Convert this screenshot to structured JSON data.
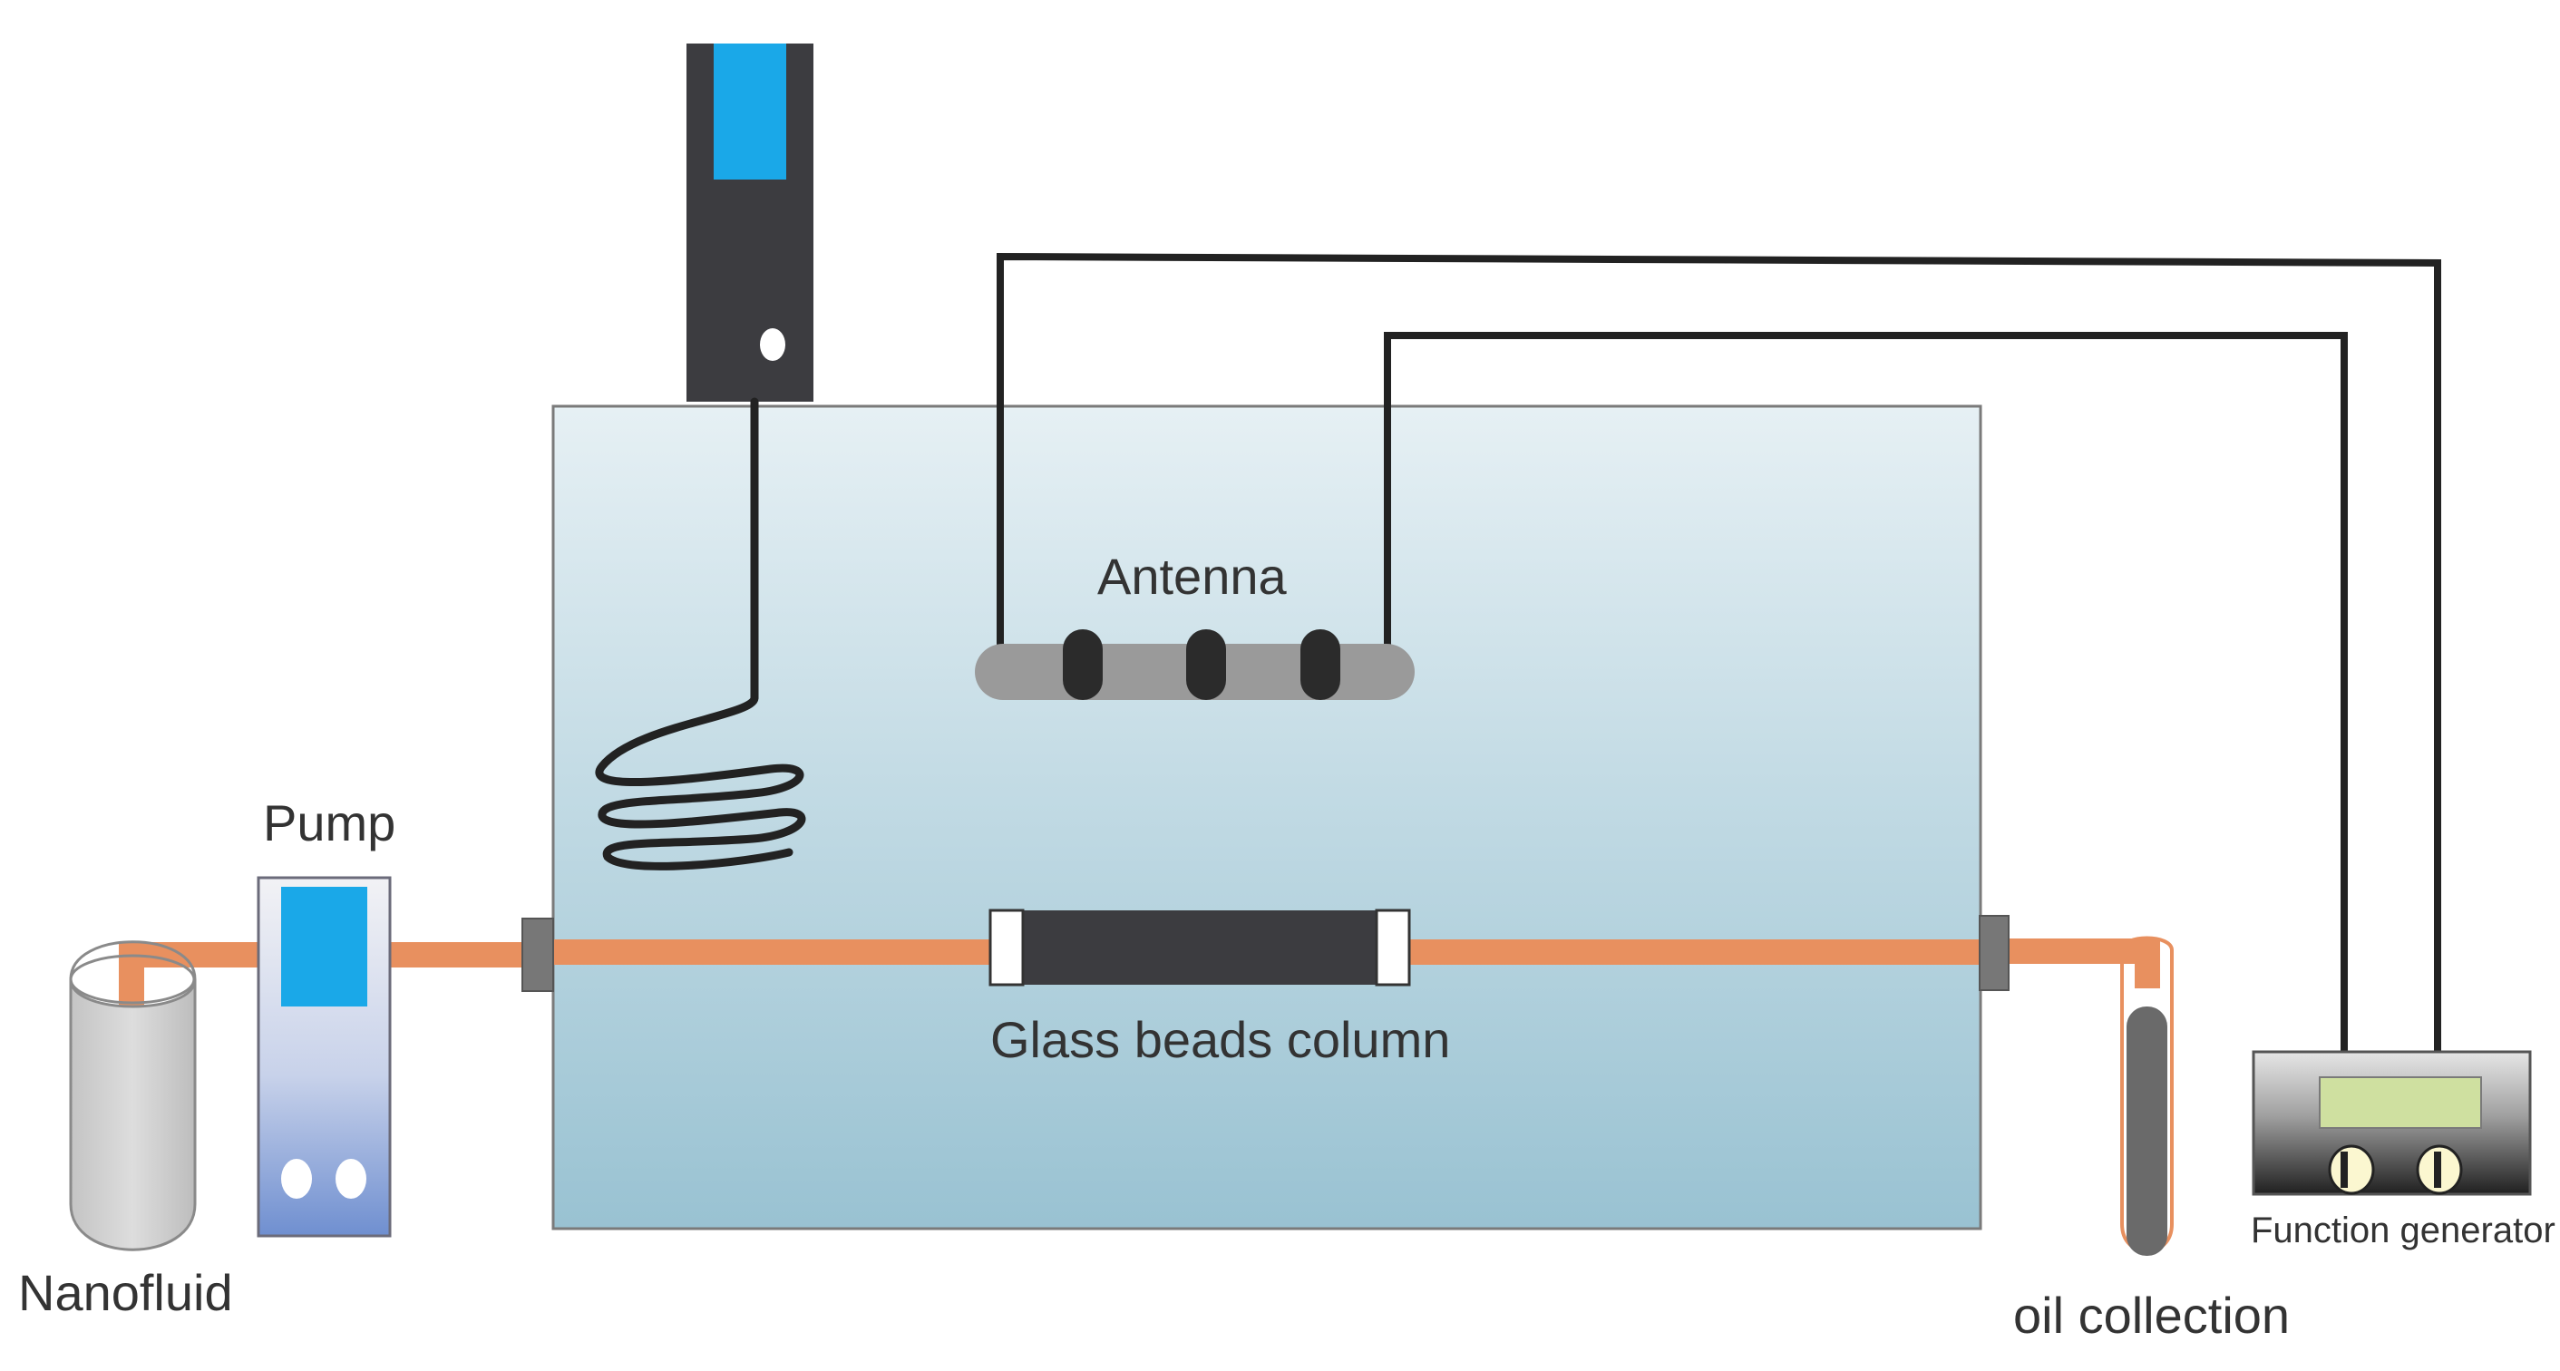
{
  "labels": {
    "antenna": "Antenna",
    "pump": "Pump",
    "glass_beads_column": "Glass beads column",
    "nanofluid": "Nanofluid",
    "oil_collection": "oil collection",
    "function_generator": "Function generator"
  },
  "colors": {
    "tank_top": "#e6f0f4",
    "tank_bottom": "#99c2d2",
    "tube": "#e8905f",
    "wire": "#222222",
    "heater_body": "#3c3c40",
    "display_blue": "#1aa8e8",
    "antenna_body": "#9a9a9a",
    "column_body": "#3c3c40",
    "fg_display": "#cfe0a0"
  },
  "icons": {
    "heater": "immersion-heater-icon",
    "pump": "pump-icon",
    "function_generator": "function-generator-icon"
  }
}
